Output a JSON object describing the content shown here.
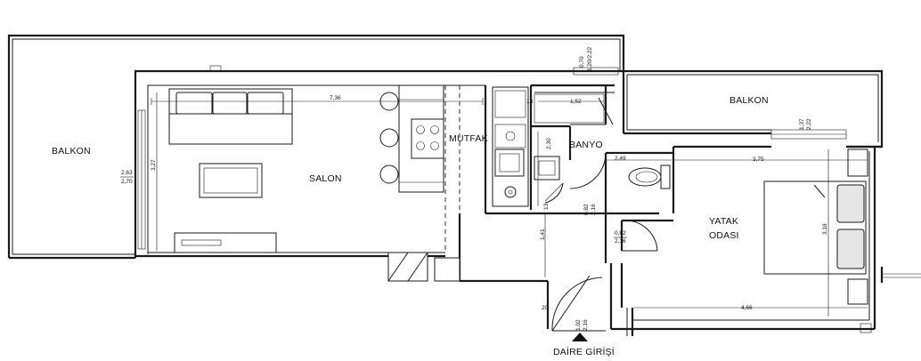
{
  "rooms": {
    "balkon_left": "BALKON",
    "salon": "SALON",
    "mutfak": "MUTFAK",
    "banyo": "BANYO",
    "balkon_right": "BALKON",
    "yatak_1": "YATAK",
    "yatak_2": "ODASI"
  },
  "entrance": {
    "label": "DAİRE GİRİŞİ"
  },
  "dimensions": {
    "salon_width": "7,36",
    "salon_depth": "3,27",
    "window_left_1": "2,63",
    "window_left_2": "2,70",
    "top_window_1": "0,70",
    "top_window_2": "1,20/2,22",
    "banyo_top_width": "1,52",
    "banyo_top_small": "13",
    "banyo_depth": "2,30",
    "banyo_width": "2,49",
    "banyo_door_1": "0,82",
    "banyo_door_2": "2,16",
    "banyo_side_small": "13",
    "balkon_window_1": "1,37",
    "balkon_window_2": "2,22",
    "bedroom_width": "3,75",
    "bedroom_depth": "3,18",
    "bedroom_bottom": "4,66",
    "hall_depth": "1,41",
    "bedroom_door_1": "0,82",
    "bedroom_door_2": "2,16",
    "entry_small": "20",
    "entry_door_1": "1,02",
    "entry_door_2": "2,16"
  }
}
